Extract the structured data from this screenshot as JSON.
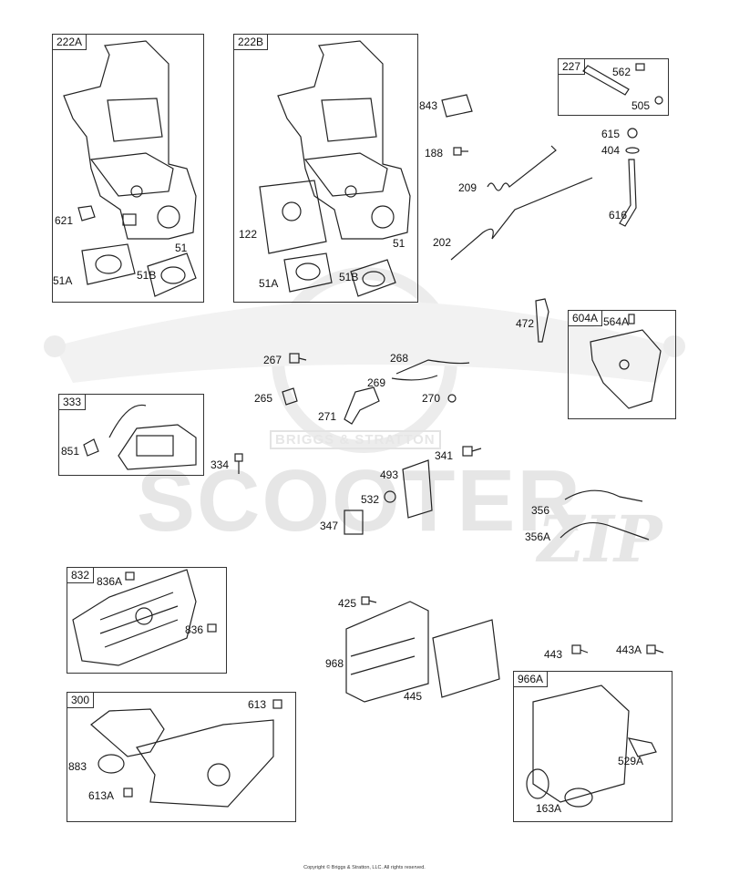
{
  "watermark": {
    "brand": "BRIGGS & STRATTON",
    "wordmark": "SCOOTER",
    "script_mark": "ZIP"
  },
  "boxes": {
    "b222A": "222A",
    "b222B": "222B",
    "b227": "227",
    "b604A": "604A",
    "b333": "333",
    "b832": "832",
    "b300": "300",
    "b966A": "966A"
  },
  "labels": {
    "l621": "621",
    "l51a_left": "51",
    "l51A_left": "51A",
    "l51B_left": "51B",
    "l122": "122",
    "l51_right": "51",
    "l51A_right": "51A",
    "l51B_right": "51B",
    "l843": "843",
    "l188": "188",
    "l209": "209",
    "l202": "202",
    "l562": "562",
    "l505": "505",
    "l615": "615",
    "l404": "404",
    "l616": "616",
    "l472": "472",
    "l564A": "564A",
    "l267": "267",
    "l265": "265",
    "l268": "268",
    "l269": "269",
    "l270": "270",
    "l271": "271",
    "l851": "851",
    "l334": "334",
    "l341": "341",
    "l493": "493",
    "l532": "532",
    "l347": "347",
    "l356": "356",
    "l356A": "356A",
    "l836A": "836A",
    "l836": "836",
    "l425": "425",
    "l968": "968",
    "l445": "445",
    "l443": "443",
    "l443A": "443A",
    "l613": "613",
    "l883": "883",
    "l613A": "613A",
    "l529A": "529A",
    "l163A": "163A"
  },
  "footer": {
    "copyright": "Copyright © Briggs & Stratton, LLC. All rights reserved."
  }
}
